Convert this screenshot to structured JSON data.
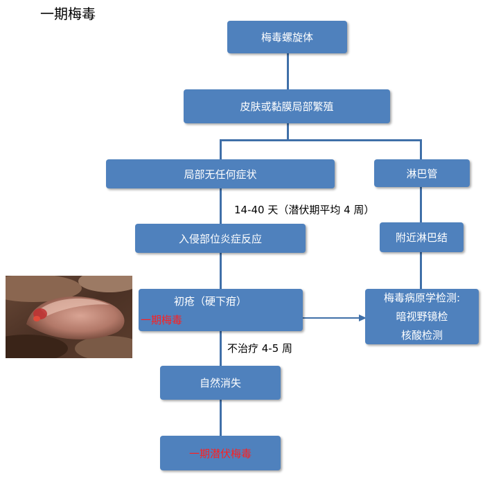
{
  "title": "一期梅毒",
  "nodes": {
    "spirochete": "梅毒螺旋体",
    "proliferation": "皮肤或黏膜局部繁殖",
    "no_symptoms": "局部无任何症状",
    "lymph_vessel": "淋巴管",
    "inflammation": "入侵部位炎症反应",
    "lymph_node": "附近淋巴结",
    "chancre": "初疮（硬下疳）",
    "chancre_sub": "一期梅毒",
    "test_title": "梅毒病原学检测:",
    "test_1": "暗视野镜检",
    "test_2": "核酸检测",
    "disappear": "自然消失",
    "latent": "一期潜伏梅毒"
  },
  "notes": {
    "incubation": "14-40 天（潜伏期平均 4 周）",
    "untreated": "不治疗 4-5 周"
  },
  "colors": {
    "box": "#4F81BD",
    "highlight": "#FF1F1F"
  }
}
